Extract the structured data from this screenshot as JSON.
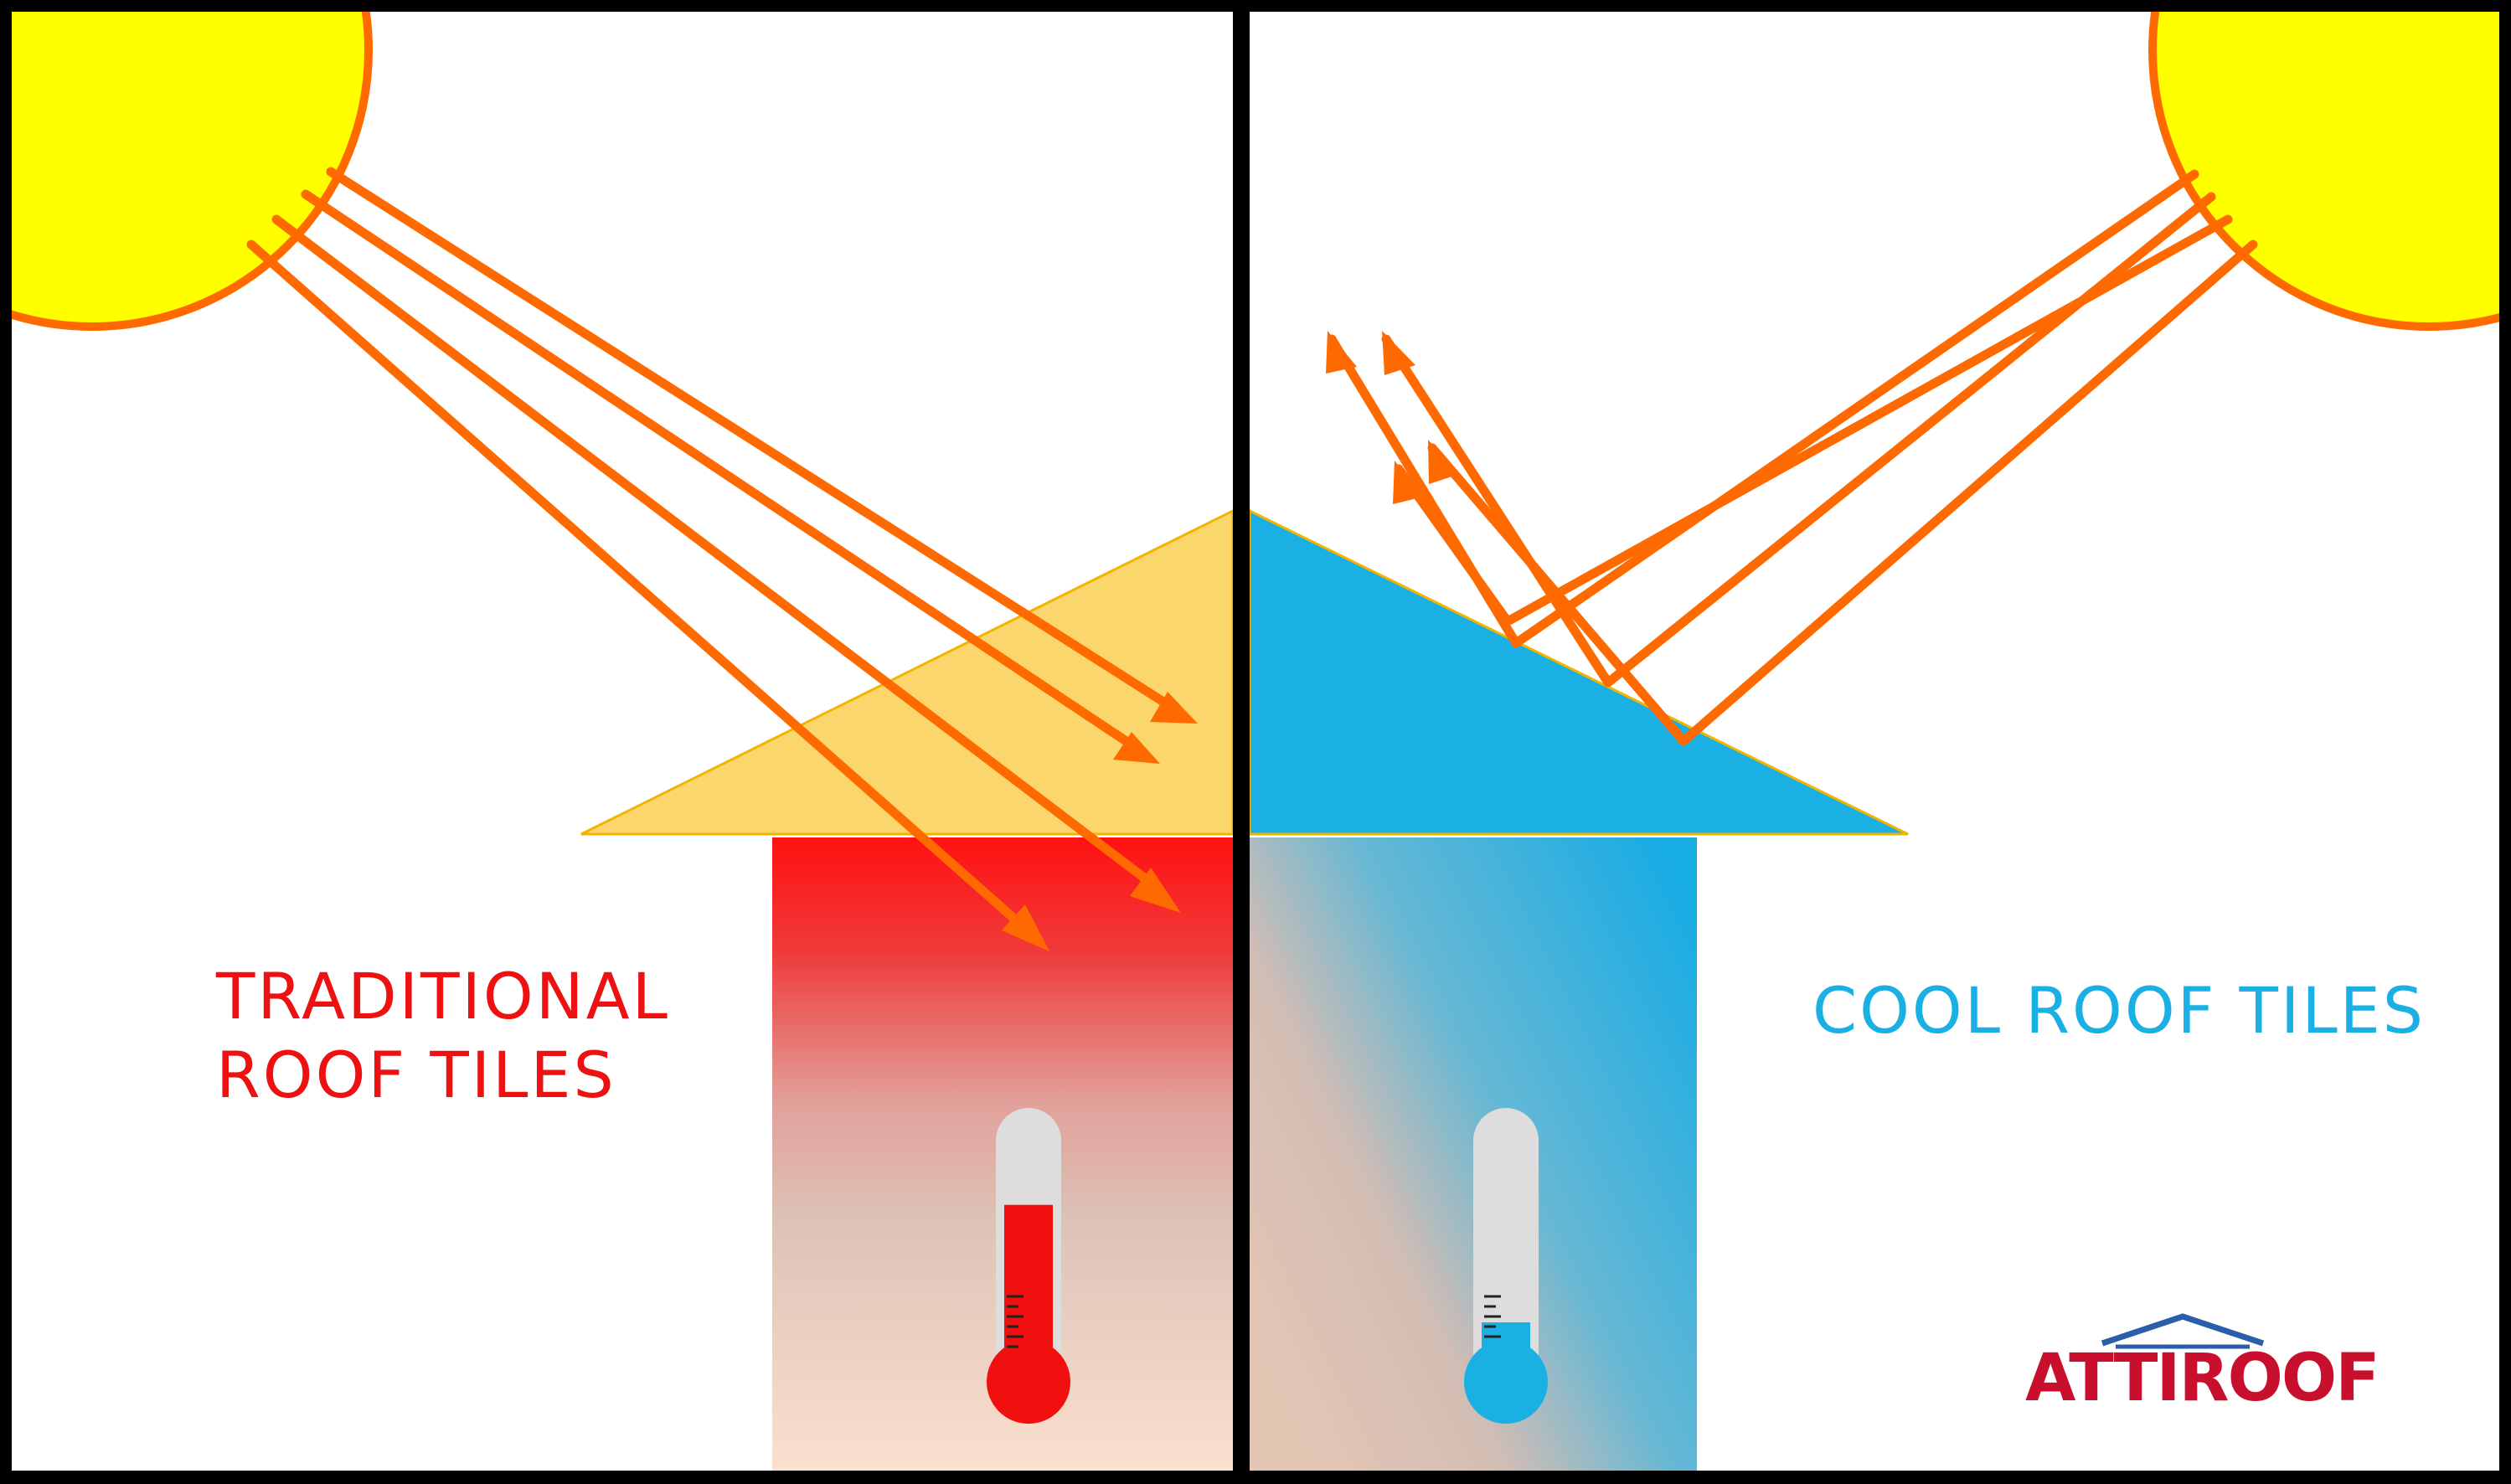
{
  "labels": {
    "traditional": "TRADITIONAL\nROOF TILES",
    "cool": "COOL ROOF TILES"
  },
  "logo": {
    "text": "ATTIROOF"
  },
  "colors": {
    "sun_fill": "#ffff00",
    "sun_outline": "#ff6a00",
    "ray": "#ff6a00",
    "traditional_roof": "#fbd66c",
    "cool_roof": "#1ab0e4",
    "traditional_label": "#ee1111",
    "cool_label": "#1ab0e4",
    "hot_mercury": "#f01010",
    "cool_mercury": "#1ab0e4",
    "logo_red": "#c8102e",
    "logo_blue": "#2a5ea8"
  },
  "thermometers": {
    "traditional_level": 0.66,
    "cool_level": 0.2
  }
}
